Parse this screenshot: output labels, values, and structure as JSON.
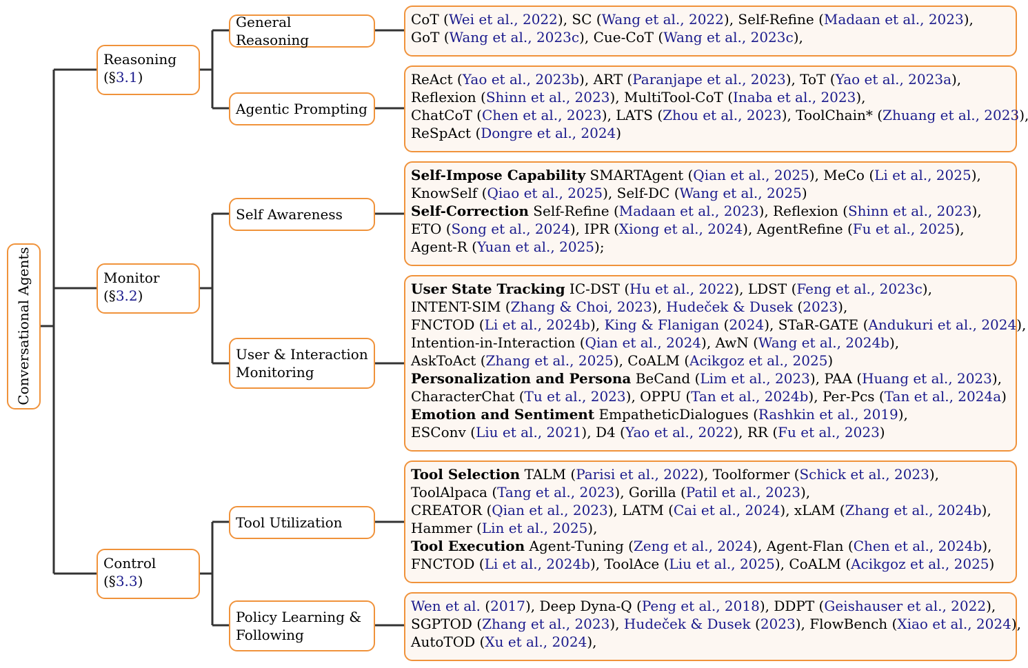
{
  "root": {
    "label": "Conversational Agents"
  },
  "colors": {
    "border": "#f0923a",
    "leaf_fill": "#fdf7f2",
    "citation": "#1a1a8c",
    "connector": "#333333"
  },
  "branches": [
    {
      "label": "Reasoning",
      "section_prefix": "(§",
      "section": "3.1",
      "section_suffix": ")",
      "children": [
        {
          "label": "General Reasoning",
          "lines": [
            [
              {
                "t": "CoT ("
              },
              {
                "t": "Wei et al., 2022",
                "c": 1
              },
              {
                "t": "), SC ("
              },
              {
                "t": "Wang et al., 2022",
                "c": 1
              },
              {
                "t": "), Self-Refine ("
              },
              {
                "t": "Madaan et al., 2023",
                "c": 1
              },
              {
                "t": "),"
              }
            ],
            [
              {
                "t": "GoT ("
              },
              {
                "t": "Wang et al., 2023c",
                "c": 1
              },
              {
                "t": "), Cue-CoT ("
              },
              {
                "t": "Wang et al., 2023c",
                "c": 1
              },
              {
                "t": "),"
              }
            ]
          ]
        },
        {
          "label": "Agentic Prompting",
          "lines": [
            [
              {
                "t": "ReAct ("
              },
              {
                "t": "Yao et al., 2023b",
                "c": 1
              },
              {
                "t": "), ART ("
              },
              {
                "t": "Paranjape et al., 2023",
                "c": 1
              },
              {
                "t": "), ToT ("
              },
              {
                "t": "Yao et al., 2023a",
                "c": 1
              },
              {
                "t": "),"
              }
            ],
            [
              {
                "t": "Reflexion ("
              },
              {
                "t": "Shinn et al., 2023",
                "c": 1
              },
              {
                "t": "), MultiTool-CoT ("
              },
              {
                "t": "Inaba et al., 2023",
                "c": 1
              },
              {
                "t": "),"
              }
            ],
            [
              {
                "t": "ChatCoT ("
              },
              {
                "t": "Chen et al., 2023",
                "c": 1
              },
              {
                "t": "), LATS ("
              },
              {
                "t": "Zhou et al., 2023",
                "c": 1
              },
              {
                "t": "), ToolChain* ("
              },
              {
                "t": "Zhuang et al., 2023",
                "c": 1
              },
              {
                "t": "),"
              }
            ],
            [
              {
                "t": "ReSpAct ("
              },
              {
                "t": "Dongre et al., 2024",
                "c": 1
              },
              {
                "t": ")"
              }
            ]
          ]
        }
      ]
    },
    {
      "label": "Monitor",
      "section_prefix": "(§",
      "section": "3.2",
      "section_suffix": ")",
      "children": [
        {
          "label": "Self Awareness",
          "lines": [
            [
              {
                "t": "Self-Impose Capability",
                "b": 1
              },
              {
                "t": " SMARTAgent ("
              },
              {
                "t": "Qian et al., 2025",
                "c": 1
              },
              {
                "t": "), MeCo ("
              },
              {
                "t": "Li et al., 2025",
                "c": 1
              },
              {
                "t": "),"
              }
            ],
            [
              {
                "t": "KnowSelf ("
              },
              {
                "t": "Qiao et al., 2025",
                "c": 1
              },
              {
                "t": "), Self-DC ("
              },
              {
                "t": "Wang et al., 2025",
                "c": 1
              },
              {
                "t": ")"
              }
            ],
            [
              {
                "t": "Self-Correction",
                "b": 1
              },
              {
                "t": " Self-Refine ("
              },
              {
                "t": "Madaan et al., 2023",
                "c": 1
              },
              {
                "t": "), Reflexion ("
              },
              {
                "t": "Shinn et al., 2023",
                "c": 1
              },
              {
                "t": "),"
              }
            ],
            [
              {
                "t": "ETO ("
              },
              {
                "t": "Song et al., 2024",
                "c": 1
              },
              {
                "t": "), IPR ("
              },
              {
                "t": "Xiong et al., 2024",
                "c": 1
              },
              {
                "t": "), AgentRefine ("
              },
              {
                "t": "Fu et al., 2025",
                "c": 1
              },
              {
                "t": "),"
              }
            ],
            [
              {
                "t": "Agent-R ("
              },
              {
                "t": "Yuan et al., 2025",
                "c": 1
              },
              {
                "t": ");"
              }
            ]
          ]
        },
        {
          "label": "User & Interaction Monitoring",
          "lines": [
            [
              {
                "t": "User State Tracking",
                "b": 1
              },
              {
                "t": " IC-DST ("
              },
              {
                "t": "Hu et al., 2022",
                "c": 1
              },
              {
                "t": "), LDST ("
              },
              {
                "t": "Feng et al., 2023c",
                "c": 1
              },
              {
                "t": "),"
              }
            ],
            [
              {
                "t": "INTENT-SIM ("
              },
              {
                "t": "Zhang & Choi, 2023",
                "c": 1
              },
              {
                "t": "), "
              },
              {
                "t": "Hudeček & Dusek",
                "c": 1
              },
              {
                "t": " ("
              },
              {
                "t": "2023",
                "c": 1
              },
              {
                "t": "),"
              }
            ],
            [
              {
                "t": "FNCTOD ("
              },
              {
                "t": "Li et al., 2024b",
                "c": 1
              },
              {
                "t": "), "
              },
              {
                "t": "King & Flanigan",
                "c": 1
              },
              {
                "t": " ("
              },
              {
                "t": "2024",
                "c": 1
              },
              {
                "t": "), STaR-GATE ("
              },
              {
                "t": "Andukuri et al., 2024",
                "c": 1
              },
              {
                "t": "),"
              }
            ],
            [
              {
                "t": "Intention-in-Interaction ("
              },
              {
                "t": "Qian et al., 2024",
                "c": 1
              },
              {
                "t": "), AwN ("
              },
              {
                "t": "Wang et al., 2024b",
                "c": 1
              },
              {
                "t": "),"
              }
            ],
            [
              {
                "t": "AskToAct ("
              },
              {
                "t": "Zhang et al., 2025",
                "c": 1
              },
              {
                "t": "), CoALM ("
              },
              {
                "t": "Acikgoz et al., 2025",
                "c": 1
              },
              {
                "t": ")"
              }
            ],
            [
              {
                "t": "Personalization and Persona",
                "b": 1
              },
              {
                "t": " BeCand ("
              },
              {
                "t": "Lim et al., 2023",
                "c": 1
              },
              {
                "t": "), PAA ("
              },
              {
                "t": "Huang et al., 2023",
                "c": 1
              },
              {
                "t": "),"
              }
            ],
            [
              {
                "t": "CharacterChat ("
              },
              {
                "t": "Tu et al., 2023",
                "c": 1
              },
              {
                "t": "), OPPU ("
              },
              {
                "t": "Tan et al., 2024b",
                "c": 1
              },
              {
                "t": "), Per-Pcs ("
              },
              {
                "t": "Tan et al., 2024a",
                "c": 1
              },
              {
                "t": ")"
              }
            ],
            [
              {
                "t": "Emotion and Sentiment",
                "b": 1
              },
              {
                "t": " EmpatheticDialogues ("
              },
              {
                "t": "Rashkin et al., 2019",
                "c": 1
              },
              {
                "t": "),"
              }
            ],
            [
              {
                "t": "ESConv ("
              },
              {
                "t": "Liu et al., 2021",
                "c": 1
              },
              {
                "t": "), D4 ("
              },
              {
                "t": "Yao et al., 2022",
                "c": 1
              },
              {
                "t": "), RR ("
              },
              {
                "t": "Fu et al., 2023",
                "c": 1
              },
              {
                "t": ")"
              }
            ]
          ]
        }
      ]
    },
    {
      "label": "Control",
      "section_prefix": "(§",
      "section": "3.3",
      "section_suffix": ")",
      "children": [
        {
          "label": "Tool Utilization",
          "lines": [
            [
              {
                "t": "Tool Selection",
                "b": 1
              },
              {
                "t": " TALM ("
              },
              {
                "t": "Parisi et al., 2022",
                "c": 1
              },
              {
                "t": "), Toolformer ("
              },
              {
                "t": "Schick et al., 2023",
                "c": 1
              },
              {
                "t": "),"
              }
            ],
            [
              {
                "t": "ToolAlpaca ("
              },
              {
                "t": "Tang et al., 2023",
                "c": 1
              },
              {
                "t": "), Gorilla ("
              },
              {
                "t": "Patil et al., 2023",
                "c": 1
              },
              {
                "t": "),"
              }
            ],
            [
              {
                "t": "CREATOR ("
              },
              {
                "t": "Qian et al., 2023",
                "c": 1
              },
              {
                "t": "), LATM ("
              },
              {
                "t": "Cai et al., 2024",
                "c": 1
              },
              {
                "t": "), xLAM ("
              },
              {
                "t": "Zhang et al., 2024b",
                "c": 1
              },
              {
                "t": "),"
              }
            ],
            [
              {
                "t": "Hammer ("
              },
              {
                "t": "Lin et al., 2025",
                "c": 1
              },
              {
                "t": "),"
              }
            ],
            [
              {
                "t": "Tool Execution",
                "b": 1
              },
              {
                "t": " Agent-Tuning ("
              },
              {
                "t": "Zeng et al., 2024",
                "c": 1
              },
              {
                "t": "), Agent-Flan ("
              },
              {
                "t": "Chen et al., 2024b",
                "c": 1
              },
              {
                "t": "),"
              }
            ],
            [
              {
                "t": "FNCTOD ("
              },
              {
                "t": "Li et al., 2024b",
                "c": 1
              },
              {
                "t": "), ToolAce ("
              },
              {
                "t": "Liu et al., 2025",
                "c": 1
              },
              {
                "t": "), CoALM ("
              },
              {
                "t": "Acikgoz et al., 2025",
                "c": 1
              },
              {
                "t": ")"
              }
            ]
          ]
        },
        {
          "label": "Policy Learning & Following",
          "lines": [
            [
              {
                "t": "Wen et al.",
                "c": 1
              },
              {
                "t": " ("
              },
              {
                "t": "2017",
                "c": 1
              },
              {
                "t": "), Deep Dyna-Q ("
              },
              {
                "t": "Peng et al., 2018",
                "c": 1
              },
              {
                "t": "), DDPT ("
              },
              {
                "t": "Geishauser et al., 2022",
                "c": 1
              },
              {
                "t": "),"
              }
            ],
            [
              {
                "t": "SGPTOD ("
              },
              {
                "t": "Zhang et al., 2023",
                "c": 1
              },
              {
                "t": "), "
              },
              {
                "t": "Hudeček & Dusek",
                "c": 1
              },
              {
                "t": " ("
              },
              {
                "t": "2023",
                "c": 1
              },
              {
                "t": "), FlowBench ("
              },
              {
                "t": "Xiao et al., 2024",
                "c": 1
              },
              {
                "t": "),"
              }
            ],
            [
              {
                "t": "AutoTOD ("
              },
              {
                "t": "Xu et al., 2024",
                "c": 1
              },
              {
                "t": "),"
              }
            ]
          ]
        }
      ]
    }
  ]
}
